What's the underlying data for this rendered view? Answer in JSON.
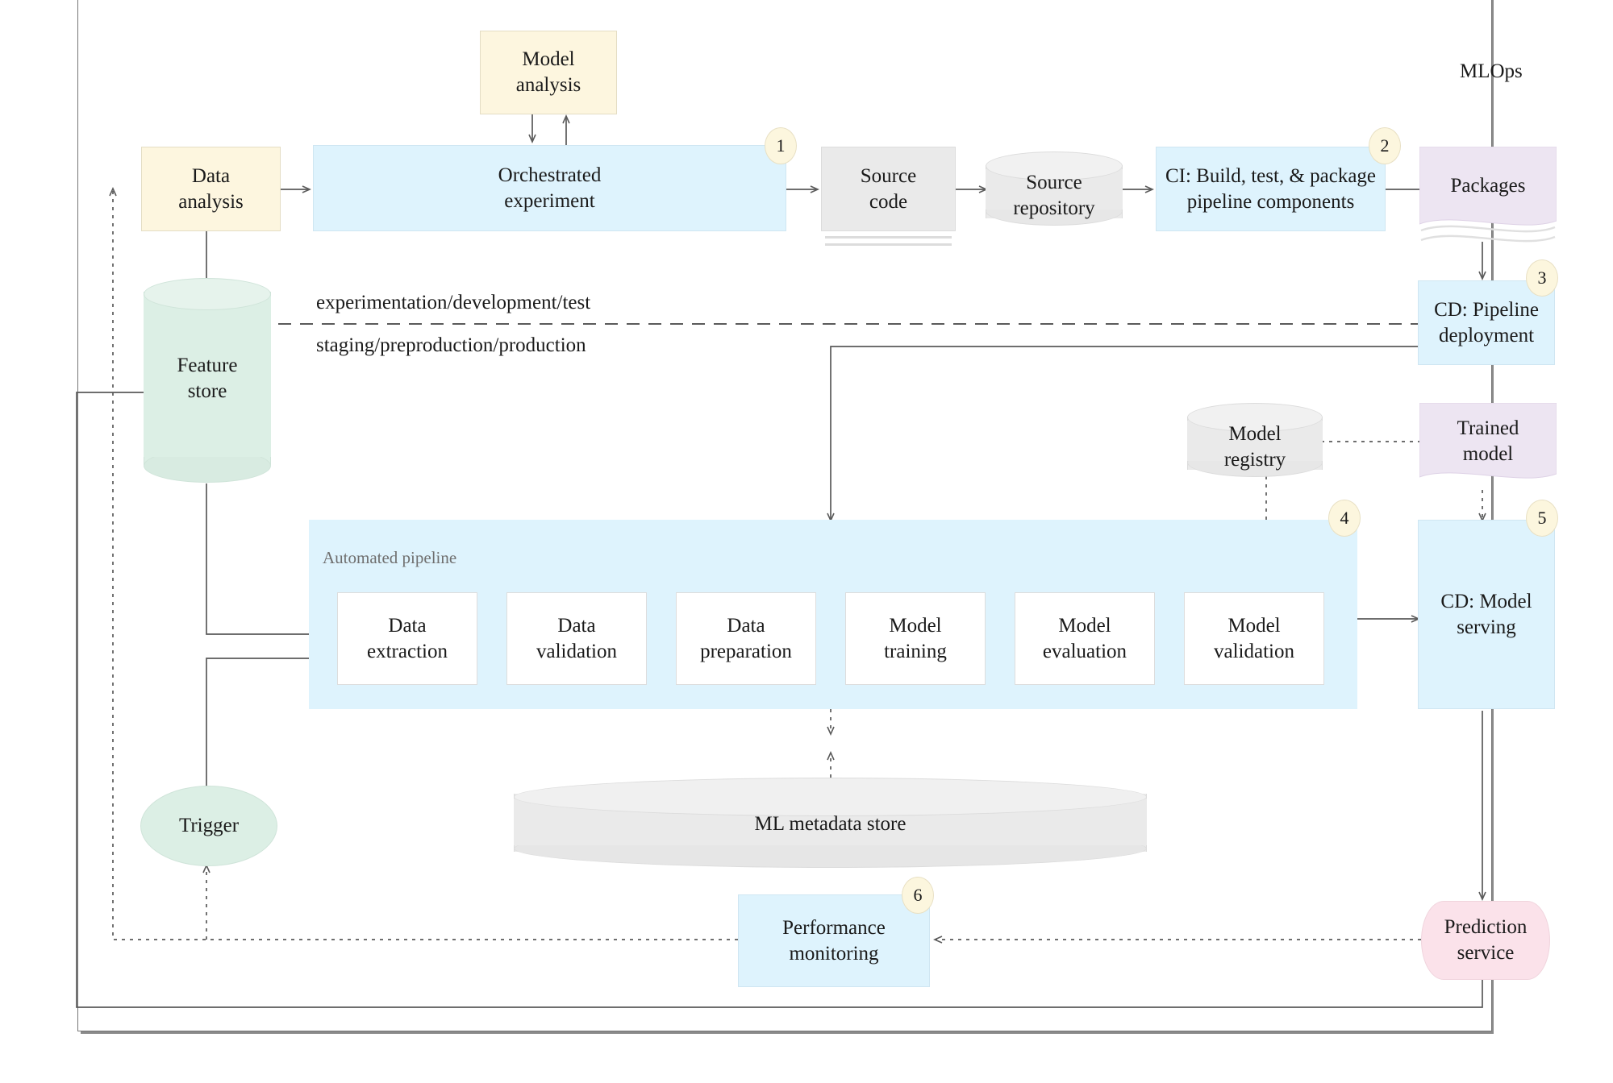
{
  "diagram": {
    "title": "MLOps",
    "boundary_labels": {
      "upper": "experimentation/development/test",
      "lower": "staging/preproduction/production"
    },
    "pipeline_group_label": "Automated pipeline"
  },
  "nodes": {
    "model_analysis": {
      "label": "Model\nanalysis",
      "color": "#FDF6DF",
      "shape": "rect"
    },
    "data_analysis": {
      "label": "Data\nanalysis",
      "color": "#FDF6DF",
      "shape": "rect"
    },
    "orchestrated": {
      "label": "Orchestrated\nexperiment",
      "color": "#DEF3FD",
      "shape": "rect"
    },
    "source_code": {
      "label": "Source\ncode",
      "color": "#EAEAEA",
      "shape": "document-stack"
    },
    "source_repository": {
      "label": "Source\nrepository",
      "color": "#EAEAEA",
      "shape": "cylinder"
    },
    "ci_build": {
      "label": "CI: Build, test, & package\npipeline components",
      "color": "#DEF3FD",
      "shape": "rect"
    },
    "packages": {
      "label": "Packages",
      "color": "#EDE5F2",
      "shape": "document-wave"
    },
    "cd_pipeline": {
      "label": "CD: Pipeline\ndeployment",
      "color": "#DEF3FD",
      "shape": "rect"
    },
    "feature_store": {
      "label": "Feature\nstore",
      "color": "#DCEFE5",
      "shape": "cylinder"
    },
    "model_registry": {
      "label": "Model\nregistry",
      "color": "#EAEAEA",
      "shape": "cylinder"
    },
    "trained_model": {
      "label": "Trained\nmodel",
      "color": "#EDE5F2",
      "shape": "document-wave"
    },
    "cd_model_serving": {
      "label": "CD: Model\nserving",
      "color": "#DEF3FD",
      "shape": "rect"
    },
    "ml_metadata_store": {
      "label": "ML metadata store",
      "color": "#EAEAEA",
      "shape": "cylinder-wide"
    },
    "trigger": {
      "label": "Trigger",
      "color": "#DCEFE5",
      "shape": "ellipse"
    },
    "performance_monitoring": {
      "label": "Performance\nmonitoring",
      "color": "#DEF3FD",
      "shape": "rect"
    },
    "prediction_service": {
      "label": "Prediction\nservice",
      "color": "#FBE2EA",
      "shape": "rounded"
    }
  },
  "pipeline_steps": [
    {
      "label": "Data\nextraction"
    },
    {
      "label": "Data\nvalidation"
    },
    {
      "label": "Data\npreparation"
    },
    {
      "label": "Model\ntraining"
    },
    {
      "label": "Model\nevaluation"
    },
    {
      "label": "Model\nvalidation"
    }
  ],
  "badges": [
    {
      "n": "1",
      "for": "orchestrated"
    },
    {
      "n": "2",
      "for": "ci_build"
    },
    {
      "n": "3",
      "for": "cd_pipeline"
    },
    {
      "n": "4",
      "for": "automated_pipeline"
    },
    {
      "n": "5",
      "for": "cd_model_serving"
    },
    {
      "n": "6",
      "for": "performance_monitoring"
    }
  ],
  "colors": {
    "yellow": "#FDF6DF",
    "blue": "#DEF3FD",
    "grey": "#EAEAEA",
    "purple": "#EDE5F2",
    "green": "#DCEFE5",
    "pink": "#FBE2EA",
    "stroke": "#5a5a5a"
  }
}
